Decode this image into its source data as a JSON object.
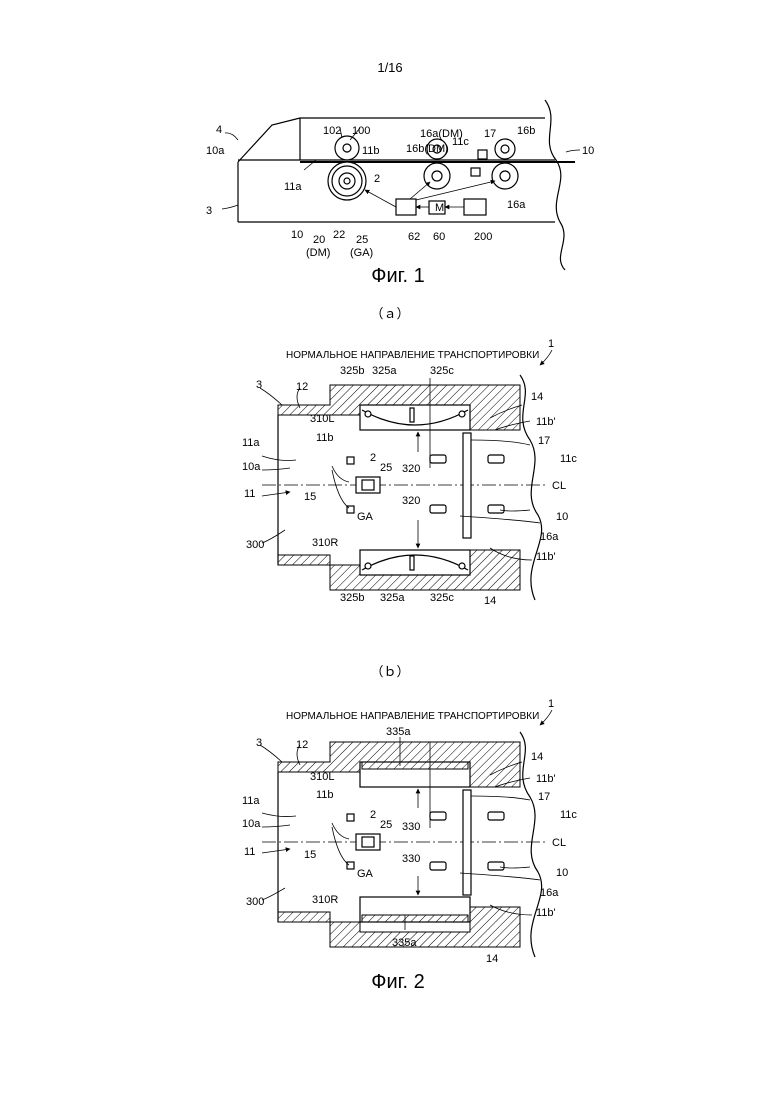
{
  "page": {
    "number": "1/16"
  },
  "fig1": {
    "caption": "Фиг. 1",
    "labels": {
      "l4": "4",
      "l10a": "10a",
      "l3": "3",
      "l102": "102",
      "l100": "100",
      "l11b": "11b",
      "l11a": "11a",
      "l10_left": "10",
      "l20": "20",
      "l20dm": "(DM)",
      "l22": "22",
      "l25": "25",
      "l25ga": "(GA)",
      "l2": "2",
      "l16adm": "16a(DM)",
      "l16bdm": "16b(DM)",
      "l11c": "11c",
      "l17": "17",
      "l16b": "16b",
      "l10_right": "10",
      "l16a": "16a",
      "l62": "62",
      "l60": "60",
      "l200": "200",
      "lM": "M"
    }
  },
  "fig2a": {
    "sub": "（ａ）",
    "header": "НОРМАЛЬНОЕ НАПРАВЛЕНИЕ ТРАНСПОРТИРОВКИ",
    "labels": {
      "l1": "1",
      "l3": "3",
      "l12": "12",
      "l325b": "325b",
      "l325a": "325a",
      "l325c": "325c",
      "l14": "14",
      "l11bp": "11b'",
      "l310L": "310L",
      "l11a": "11a",
      "l11b": "11b",
      "l17": "17",
      "l11c": "11c",
      "l10a": "10a",
      "l2": "2",
      "l25": "25",
      "l320": "320",
      "lCL": "CL",
      "l11": "11",
      "l15": "15",
      "lGA": "GA",
      "l320b": "320",
      "l10": "10",
      "l16a": "16a",
      "l300": "300",
      "l310R": "310R",
      "l11bp2": "11b'",
      "l325b2": "325b",
      "l325a2": "325a",
      "l325c2": "325c",
      "l14b": "14"
    }
  },
  "fig2b": {
    "sub": "（ｂ）",
    "header": "НОРМАЛЬНОЕ НАПРАВЛЕНИЕ ТРАНСПОРТИРОВКИ",
    "caption": "Фиг. 2",
    "labels": {
      "l1": "1",
      "l3": "3",
      "l12": "12",
      "l335a": "335a",
      "l14": "14",
      "l11bp": "11b'",
      "l310L": "310L",
      "l11a": "11a",
      "l11b": "11b",
      "l2": "2",
      "l25": "25",
      "l17": "17",
      "l11c": "11c",
      "l10a": "10a",
      "l330": "330",
      "lCL": "CL",
      "l11": "11",
      "l15": "15",
      "lGA": "GA",
      "l330b": "330",
      "l10": "10",
      "l16a": "16a",
      "l300": "300",
      "l310R": "310R",
      "l11bp2": "11b'",
      "l335a2": "335a",
      "l14b": "14"
    }
  }
}
